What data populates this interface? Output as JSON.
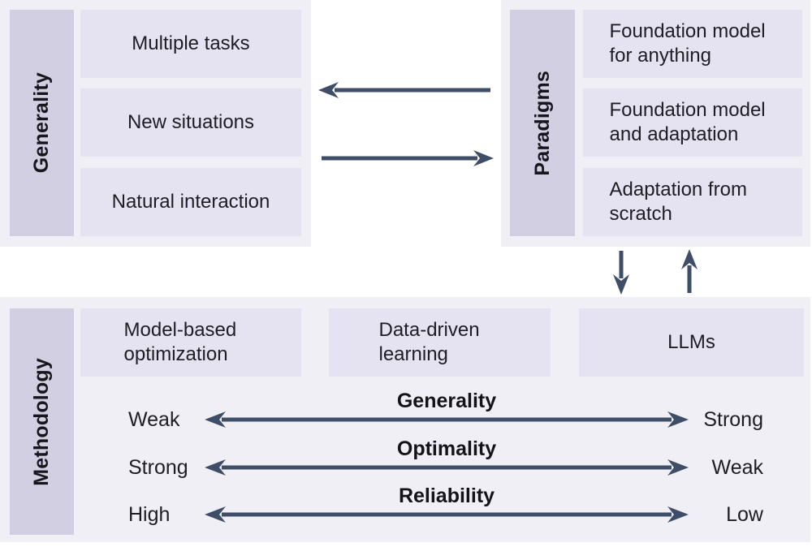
{
  "colors": {
    "background": "#ffffff",
    "panel_bg": "#f0eff6",
    "box_bg": "#e5e3f1",
    "sidebar_bg": "#d2cfe3",
    "arrow": "#3e4e67",
    "text": "#1e1d24"
  },
  "sections": {
    "generality": {
      "label": "Generality",
      "items": [
        "Multiple tasks",
        "New situations",
        "Natural interaction"
      ]
    },
    "paradigms": {
      "label": "Paradigms",
      "items": [
        "Foundation model for anything",
        "Foundation model and adaptation",
        "Adaptation from scratch"
      ]
    },
    "methodology": {
      "label": "Methodology",
      "items": [
        "Model-based optimization",
        "Data-driven learning",
        "LLMs"
      ],
      "scales": [
        {
          "dimension": "Generality",
          "left": "Weak",
          "right": "Strong"
        },
        {
          "dimension": "Optimality",
          "left": "Strong",
          "right": "Weak"
        },
        {
          "dimension": "Reliability",
          "left": "High",
          "right": "Low"
        }
      ]
    }
  }
}
